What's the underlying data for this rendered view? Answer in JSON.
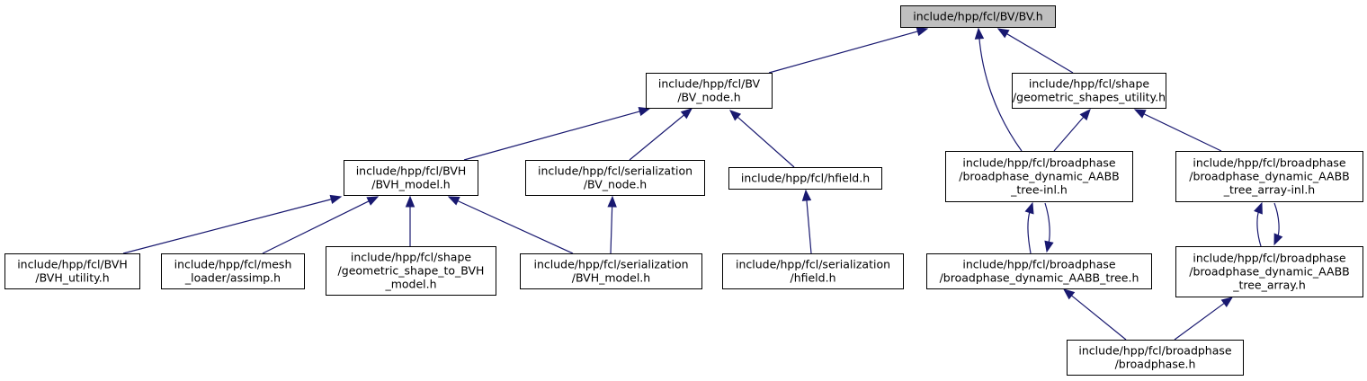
{
  "nodes": {
    "bv_h": {
      "lines": [
        "include/hpp/fcl/BV/BV.h"
      ],
      "root": true
    },
    "bv_node": {
      "lines": [
        "include/hpp/fcl/BV",
        "/BV_node.h"
      ]
    },
    "geom_shapes_utility": {
      "lines": [
        "include/hpp/fcl/shape",
        "/geometric_shapes_utility.h"
      ]
    },
    "bvh_model": {
      "lines": [
        "include/hpp/fcl/BVH",
        "/BVH_model.h"
      ]
    },
    "ser_bv_node": {
      "lines": [
        "include/hpp/fcl/serialization",
        "/BV_node.h"
      ]
    },
    "hfield": {
      "lines": [
        "include/hpp/fcl/hfield.h"
      ]
    },
    "dyn_aabb_tree_inl": {
      "lines": [
        "include/hpp/fcl/broadphase",
        "/broadphase_dynamic_AABB",
        "_tree-inl.h"
      ]
    },
    "dyn_aabb_tree_array_inl": {
      "lines": [
        "include/hpp/fcl/broadphase",
        "/broadphase_dynamic_AABB",
        "_tree_array-inl.h"
      ]
    },
    "bvh_utility": {
      "lines": [
        "include/hpp/fcl/BVH",
        "/BVH_utility.h"
      ]
    },
    "mesh_assimp": {
      "lines": [
        "include/hpp/fcl/mesh",
        "_loader/assimp.h"
      ]
    },
    "geom_shape_to_bvh": {
      "lines": [
        "include/hpp/fcl/shape",
        "/geometric_shape_to_BVH",
        "_model.h"
      ]
    },
    "ser_bvh_model": {
      "lines": [
        "include/hpp/fcl/serialization",
        "/BVH_model.h"
      ]
    },
    "ser_hfield": {
      "lines": [
        "include/hpp/fcl/serialization",
        "/hfield.h"
      ]
    },
    "dyn_aabb_tree": {
      "lines": [
        "include/hpp/fcl/broadphase",
        "/broadphase_dynamic_AABB_tree.h"
      ]
    },
    "dyn_aabb_tree_array": {
      "lines": [
        "include/hpp/fcl/broadphase",
        "/broadphase_dynamic_AABB",
        "_tree_array.h"
      ]
    },
    "broadphase": {
      "lines": [
        "include/hpp/fcl/broadphase",
        "/broadphase.h"
      ]
    }
  },
  "edges": [
    {
      "from": "bv_node",
      "to": "bv_h"
    },
    {
      "from": "dyn_aabb_tree_inl",
      "to": "bv_h"
    },
    {
      "from": "geom_shapes_utility",
      "to": "bv_h"
    },
    {
      "from": "bvh_model",
      "to": "bv_node"
    },
    {
      "from": "ser_bv_node",
      "to": "bv_node"
    },
    {
      "from": "hfield",
      "to": "bv_node"
    },
    {
      "from": "dyn_aabb_tree_inl",
      "to": "geom_shapes_utility"
    },
    {
      "from": "dyn_aabb_tree_array_inl",
      "to": "geom_shapes_utility"
    },
    {
      "from": "bvh_utility",
      "to": "bvh_model"
    },
    {
      "from": "mesh_assimp",
      "to": "bvh_model"
    },
    {
      "from": "geom_shape_to_bvh",
      "to": "bvh_model"
    },
    {
      "from": "ser_bvh_model",
      "to": "bvh_model"
    },
    {
      "from": "ser_bvh_model",
      "to": "ser_bv_node"
    },
    {
      "from": "ser_hfield",
      "to": "hfield"
    },
    {
      "from": "dyn_aabb_tree",
      "to": "dyn_aabb_tree_inl"
    },
    {
      "from": "dyn_aabb_tree_inl",
      "to": "dyn_aabb_tree"
    },
    {
      "from": "dyn_aabb_tree_array",
      "to": "dyn_aabb_tree_array_inl"
    },
    {
      "from": "dyn_aabb_tree_array_inl",
      "to": "dyn_aabb_tree_array"
    },
    {
      "from": "broadphase",
      "to": "dyn_aabb_tree"
    },
    {
      "from": "broadphase",
      "to": "dyn_aabb_tree_array"
    }
  ],
  "colors": {
    "edge": "#191970",
    "root_fill": "#bfbfbf",
    "node_fill": "#ffffff",
    "border": "#000000"
  }
}
